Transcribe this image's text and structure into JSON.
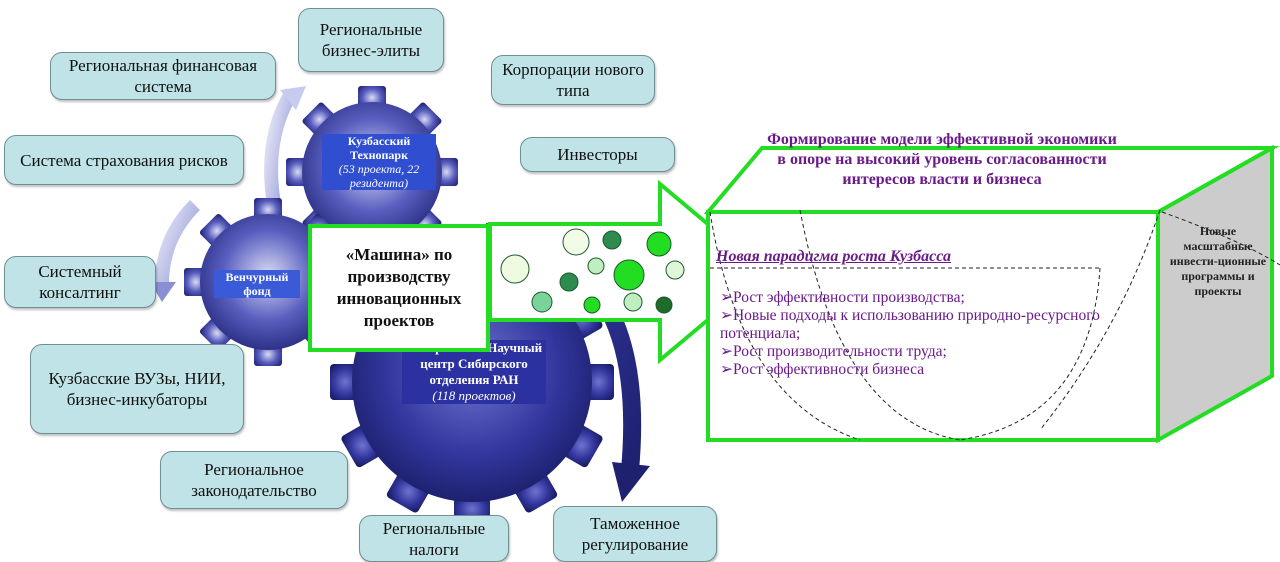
{
  "boxes": {
    "regional_business_elites": "Региональные бизнес-элиты",
    "regional_financial_system": "Региональная финансовая система",
    "new_type_corporations": "Корпорации нового типа",
    "investors": "Инвесторы",
    "risk_insurance_system": "Система страхования рисков",
    "systemic_consulting": "Системный консалтинг",
    "universities": "Кузбасские ВУЗы, НИИ, бизнес-инкубаторы",
    "regional_legislation": "Региональное законодательство",
    "regional_taxes": "Региональные налоги",
    "customs_regulation": "Таможенное регулирование"
  },
  "gears": {
    "technopark_title": "Кузбасский Технопарк",
    "technopark_stats": "(53 проекта, 22 резидента)",
    "venture_fund": "Венчурный фонд",
    "science_center_title": "Кемеровский Научный центр Сибирского отделения РАН",
    "science_center_stats": "(118 проектов)"
  },
  "machine_label": "«Машина» по производству инновационных проектов",
  "cube": {
    "title": "Формирование модели эффективной экономики в опоре на высокий уровень согласованности интересов власти и бизнеса",
    "paradigm": "Новая парадигма роста Кузбасса",
    "bullets": [
      "➢Рост эффективности производства;",
      "➢Новые подходы к использованию природно-ресурсного потенциала;",
      "➢Рост производительности труда;",
      "➢Рост эффективности бизнеса"
    ],
    "side_text": "Новые масштабные инвести-ционные программы и проекты"
  },
  "colors": {
    "box_fill": "#bfe3e6",
    "gear_fill": "#3b3fae",
    "accent_green": "#22dd22",
    "text_purple": "#6a1a8a",
    "cube_side": "#cccccc"
  }
}
